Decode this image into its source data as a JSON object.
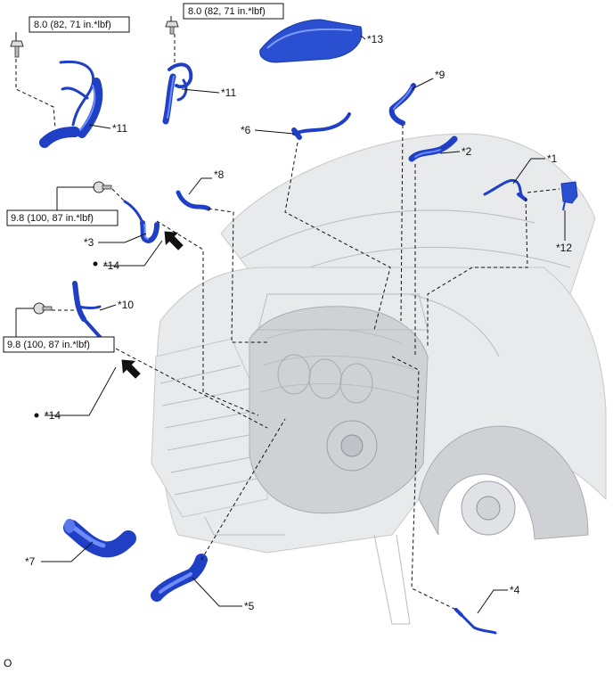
{
  "footer_code": "O",
  "torque_labels": [
    {
      "id": "t1",
      "text": "8.0 (82, 71 in.*lbf)"
    },
    {
      "id": "t2",
      "text": "8.0 (82, 71 in.*lbf)"
    },
    {
      "id": "t3",
      "text": "9.8 (100, 87 in.*lbf)"
    },
    {
      "id": "t4",
      "text": "9.8 (100, 87 in.*lbf)"
    }
  ],
  "part_labels": [
    {
      "id": "p1",
      "text": "*1"
    },
    {
      "id": "p2",
      "text": "*2"
    },
    {
      "id": "p3",
      "text": "*3"
    },
    {
      "id": "p4",
      "text": "*4"
    },
    {
      "id": "p5",
      "text": "*5"
    },
    {
      "id": "p6",
      "text": "*6"
    },
    {
      "id": "p7",
      "text": "*7"
    },
    {
      "id": "p8",
      "text": "*8"
    },
    {
      "id": "p9",
      "text": "*9"
    },
    {
      "id": "p10",
      "text": "*10"
    },
    {
      "id": "p11a",
      "text": "*11"
    },
    {
      "id": "p11b",
      "text": "*11"
    },
    {
      "id": "p12",
      "text": "*12"
    },
    {
      "id": "p13",
      "text": "*13"
    },
    {
      "id": "p14a",
      "text": "*14"
    },
    {
      "id": "p14b",
      "text": "*14"
    }
  ],
  "colors": {
    "part": "#1f3fc4",
    "part_highlight": "#6f8cff",
    "engine": "#e9eaec",
    "line": "#111111"
  },
  "icons": [
    "bolt-icon",
    "direction-arrow-icon",
    "bullet-dot-icon"
  ]
}
